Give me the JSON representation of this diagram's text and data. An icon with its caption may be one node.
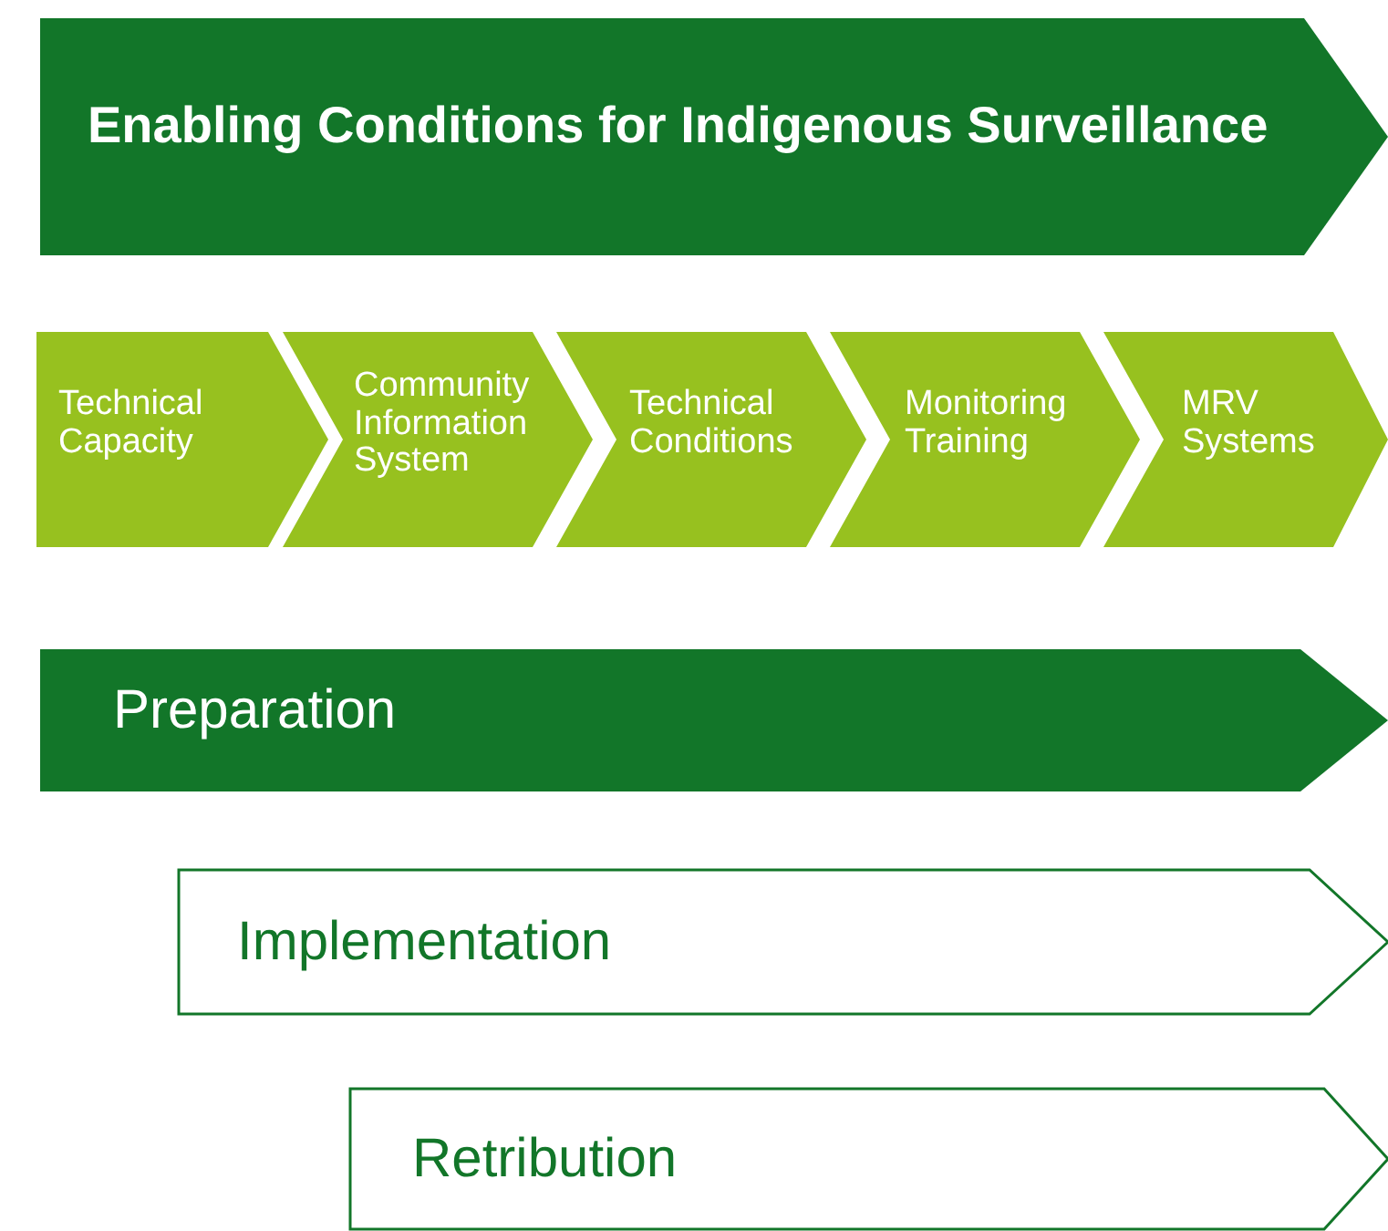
{
  "diagram": {
    "nodes": [
      {
        "text": [
          "Enabling Conditions for Indigenous Surveillance"
        ]
      },
      {
        "text": [
          "Technical Capacity"
        ]
      },
      {
        "text": [
          "Community Information System"
        ]
      },
      {
        "text": [
          "Technical Conditions"
        ]
      },
      {
        "text": [
          "Monitoring Training"
        ]
      },
      {
        "text": [
          "MRV Systems"
        ]
      },
      {
        "text": [
          "Preparation"
        ]
      },
      {
        "text": [
          "Implementation"
        ]
      },
      {
        "text": [
          "Retribution"
        ]
      }
    ]
  }
}
